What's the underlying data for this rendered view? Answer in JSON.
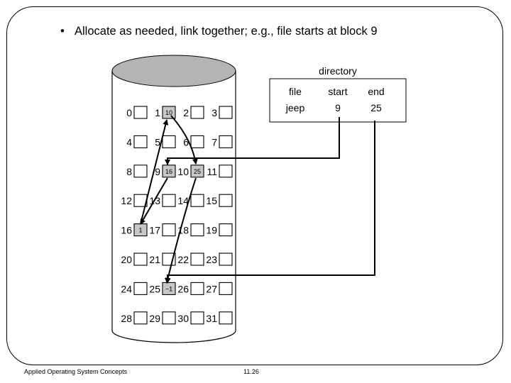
{
  "bullet": {
    "symbol": "•",
    "text": "Allocate as needed, link together; e.g., file starts at block 9"
  },
  "directory": {
    "title": "directory",
    "headers": [
      "file",
      "start",
      "end"
    ],
    "row": [
      "jeep",
      "9",
      "25"
    ]
  },
  "disk": {
    "columns": 4,
    "block_count": 32,
    "file_chain": [
      {
        "block": 9,
        "next": "16"
      },
      {
        "block": 16,
        "next": "1"
      },
      {
        "block": 1,
        "next": "10"
      },
      {
        "block": 10,
        "next": "25"
      },
      {
        "block": 25,
        "next": "−1"
      }
    ],
    "colors": {
      "used_block": "#c8c8c8",
      "free_block": "#ffffff",
      "disk_top": "#b4b4b4"
    }
  },
  "footer": {
    "left": "Applied Operating System Concepts",
    "center": "11.26"
  }
}
